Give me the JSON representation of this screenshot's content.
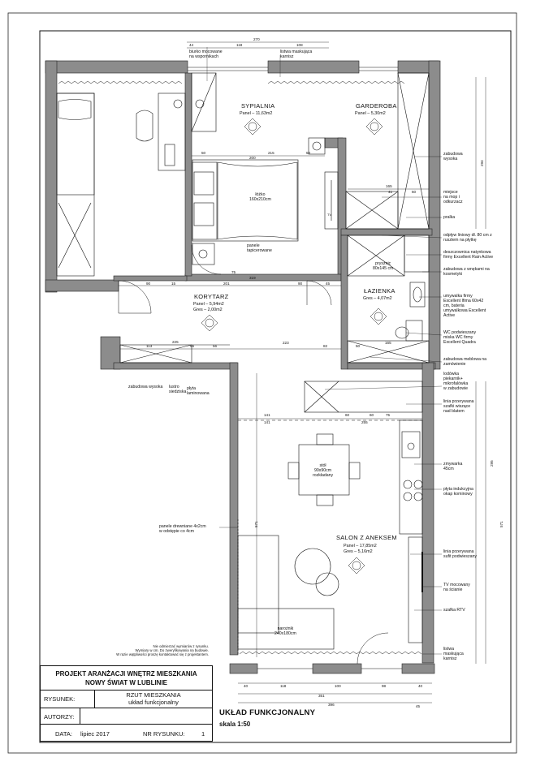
{
  "rooms": {
    "sypialnia": {
      "name": "SYPIALNIA",
      "info": "Panel  –  11,63m2"
    },
    "garderoba": {
      "name": "GARDEROBA",
      "info": "Panel  –  5,30m2"
    },
    "korytarz": {
      "name": "KORYTARZ",
      "info": "Panel  –  5,94m2\nGres  –  2,00m2"
    },
    "lazienka": {
      "name": "ŁAZIENKA",
      "info": "Gres  –  4,07m2"
    },
    "salon": {
      "name": "SALON Z ANEKSEM",
      "info": "Panel  –  17,85m2\nGres  –  5,16m2"
    }
  },
  "furniture": {
    "bed": "łóżko\n160x210cm",
    "panele_tapicerowane": "panele\ntapicerowane",
    "tv": "TV",
    "prysznic": "prysznic\n80x145 cm",
    "stol": "stół\n90x90cm\nrozkładany",
    "narozno": "narożnik\n240x180cm"
  },
  "annotations_top": {
    "blurko": "biurko mocowane\nna wspornikach",
    "listwa_top": "listwa maskująca\nkarnisz"
  },
  "annotations_right": [
    {
      "id": "zabudowa-wysoka",
      "text": "zabudowa\nwysoka"
    },
    {
      "id": "miejsce-mop",
      "text": "miejsce\nna mop i\nodkurzacz"
    },
    {
      "id": "pralka",
      "text": "pralka"
    },
    {
      "id": "odplyw",
      "text": "odpływ liniowy dł. 80 cm z\nrusztem na płytkę"
    },
    {
      "id": "deszczownica",
      "text": "deszczownica natynkowa\nfirmy Excellent Rain Active"
    },
    {
      "id": "zabudowa-wnekami",
      "text": "zabudowa z wnękami na\nkosmetyki"
    },
    {
      "id": "umywalka",
      "text": "umywalka firmy\nExcellent Ifima 60x42\ncm, bateria\numywalkowa Excellent\nActive"
    },
    {
      "id": "wc",
      "text": "WC podwieszany\nmiska WC firmy\nExcellent Quadra"
    },
    {
      "id": "zabudowa-meblowa",
      "text": "zabudowa meblowa na\nzamówienie"
    },
    {
      "id": "lodowka",
      "text": "lodówka\npiekarnik+\nmikrofalówka\nw zabudowie"
    },
    {
      "id": "linia-szafki",
      "text": "linia przerywana\nszafki wiszące\nnad blatem"
    },
    {
      "id": "zmywarka",
      "text": "zmywarka\n45cm"
    },
    {
      "id": "plyta",
      "text": "płyta indukcyjna\nokap kominowy"
    },
    {
      "id": "linia-sufit",
      "text": "linia przerywana\nsufit podwieszany"
    },
    {
      "id": "tv-mocowany",
      "text": "TV mocowany\nna ścianie"
    },
    {
      "id": "szafka-rtv",
      "text": "szafka RTV"
    },
    {
      "id": "listwa-bottom",
      "text": "listwa\nmaskująca\nkarnisz"
    }
  ],
  "annotations_left": {
    "zabudowa_wysoka_lustro": "zabudowa wysoka",
    "lustro": "lustro\nsiedziska",
    "plyta_laminowana": "płyta\nlaminowana",
    "panele_drewniane": "panele drewniane 4x2cm\nw odstępie co 4cm"
  },
  "dimensions": {
    "top_total": "270",
    "top_a": "44",
    "top_b": "118",
    "top_c": "108",
    "bottom_a": "40",
    "bottom_b": "118",
    "bottom_c": "100",
    "bottom_d": "98",
    "bottom_e": "40",
    "bottom_total_1": "351",
    "bottom_total_2": "396",
    "bottom_small": "45",
    "bed_row": "215",
    "bed_50a": "50",
    "bed_50b": "50",
    "bed_200": "200",
    "garderoba_165": "165",
    "garderoba_41": "41",
    "garderoba_60": "60",
    "corridor_90a": "90",
    "corridor_15": "15",
    "corridor_201": "201",
    "corridor_90b": "90",
    "corridor_45": "45",
    "corridor_319": "319",
    "corridor_75": "75",
    "hall_113": "113",
    "hall_225": "225",
    "hall_56": "56",
    "hall_56b": "56",
    "hall_223": "223",
    "hall_82": "82",
    "hall_165": "165",
    "hall_50": "50",
    "salon_141a": "141",
    "salon_60a": "60",
    "salon_60b": "60",
    "salon_75": "75",
    "salon_141b": "141",
    "salon_255": "255",
    "salon_571": "571",
    "right_294": "294",
    "right_295": "295",
    "right_571": "571"
  },
  "title_block": {
    "note": "Nie odmierzać wymiarów z rysunku.\nWymiary w cm. Do zweryfikowania na budowie.\nW razie wątpliwości proszę kontaktować się z projektantem.",
    "project_title": "PROJEKT ARANŻACJI WNĘTRZ MIESZKANIA\nNOWY ŚWIAT W LUBLINIE",
    "rysunek_label": "RYSUNEK:",
    "rysunek_value": "RZUT  MIESZKANIA\nukład  funkcjonalny",
    "autorzy_label": "AUTORZY:",
    "data_label": "DATA:",
    "data_value": "lipiec 2017",
    "nr_label": "NR   RYSUNKU:",
    "nr_value": "1"
  },
  "layout_caption": {
    "title": "UKŁAD FUNKCJONALNY",
    "scale": "skala 1:50"
  },
  "colors": {
    "wall": "#8c8c8c",
    "wall_dark": "#555555",
    "line": "#111111",
    "paper": "#ffffff"
  }
}
